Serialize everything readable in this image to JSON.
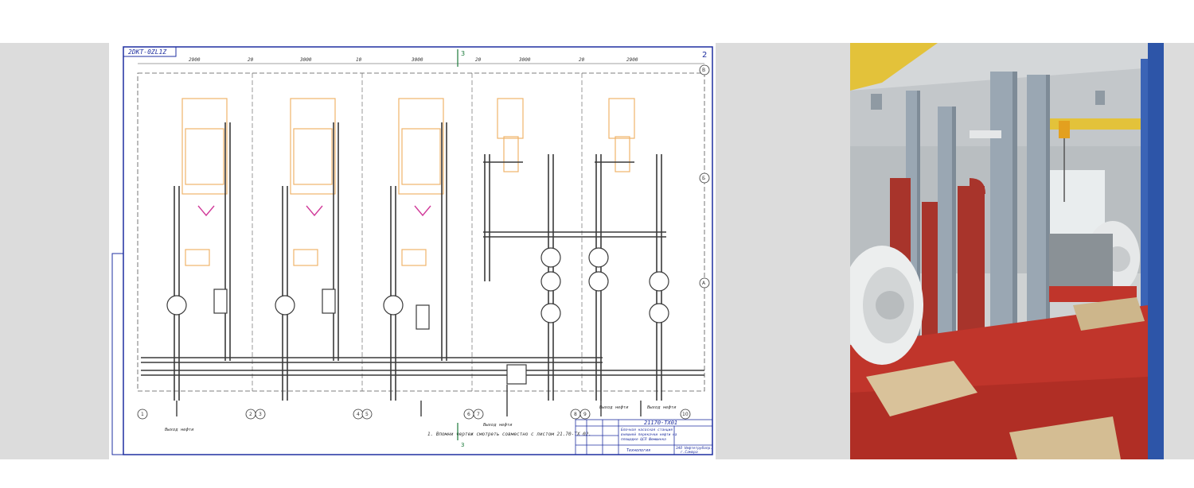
{
  "drawing": {
    "stamp_top_left": "2DKT-0ZL1Z",
    "sheet_number": "2",
    "section_mark": "3",
    "note": "1. Впомни чертеж смотреть совместно с листом 21.70-ТХ 02.",
    "title_block": {
      "doc_code": "21170-ТХ01",
      "title_line1": "Блочная насосная станция",
      "title_line2": "внешней перекачки нефти на",
      "title_line3": "площадке ЦСП Шемшинка",
      "section": "Технология",
      "org": "ЗАО Нефтетрубопр.",
      "org2": "г.Самара"
    },
    "outlets": [
      "Выход нефти",
      "Выход нефти",
      "Выход нефти",
      "Выход нефти"
    ],
    "axis_marks": [
      "1",
      "2",
      "3",
      "4",
      "5",
      "6",
      "7",
      "8",
      "9",
      "10",
      "А",
      "Б",
      "В"
    ],
    "dimensions_top": [
      "2900",
      "20",
      "3000",
      "10",
      "3000",
      "20",
      "3000",
      "20",
      "2900"
    ]
  },
  "colors": {
    "frame_blue": "#1f2fa0",
    "line_dark": "#3a3a3a",
    "orange": "#f0b36a",
    "magenta": "#d13b9a",
    "floor_red": "#c0352b",
    "steel_blue": "#9aa7b3",
    "beam_yellow": "#e3c23a"
  }
}
